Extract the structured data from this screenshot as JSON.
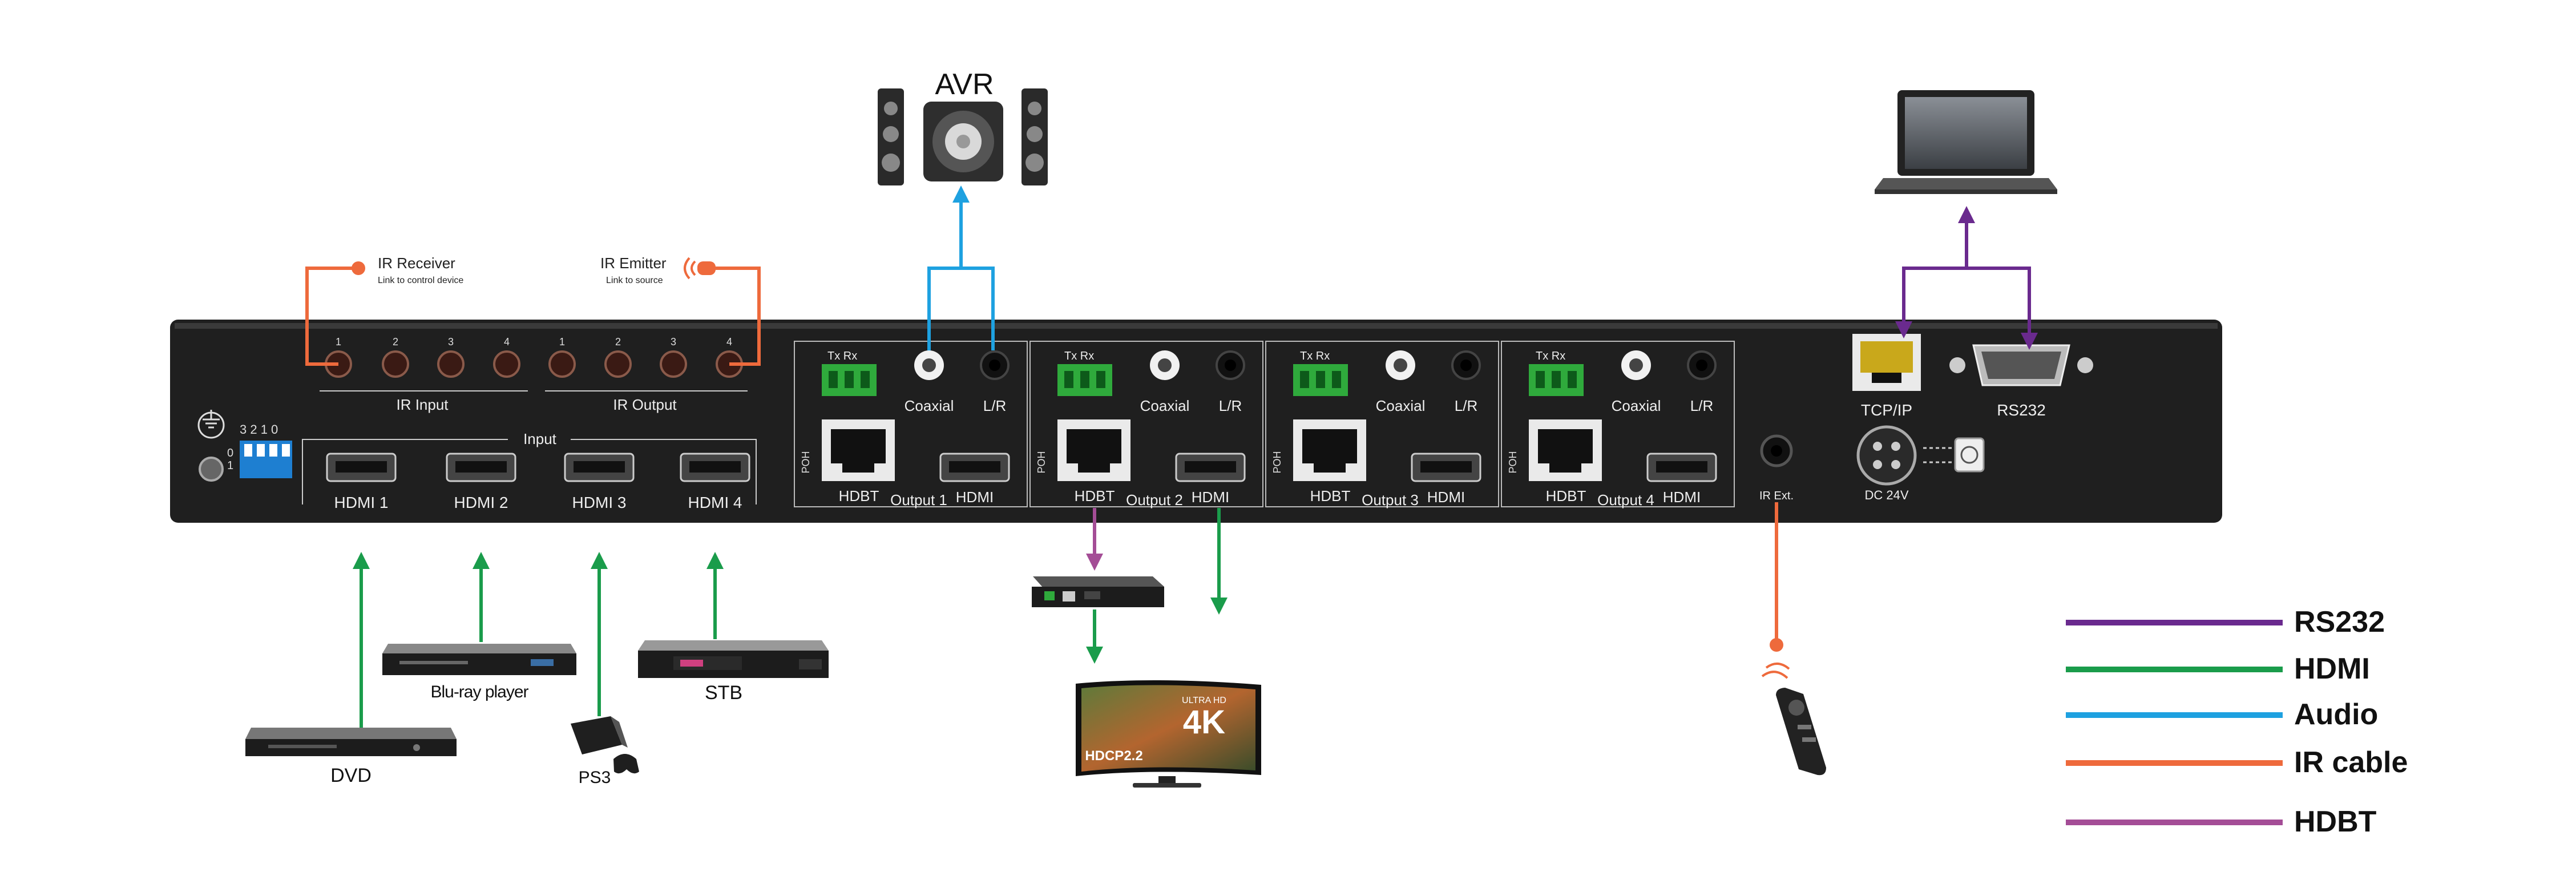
{
  "colors": {
    "rs232": "#6a2a8e",
    "hdmi": "#1a9c4b",
    "audio": "#1ea1e0",
    "ir": "#ee6a3c",
    "hdbt": "#a44d96",
    "chassis": "#222222"
  },
  "avr": {
    "label": "AVR"
  },
  "ir": {
    "receiver_title": "IR Receiver",
    "receiver_sub": "Link to control device",
    "emitter_title": "IR Emitter",
    "emitter_sub": "Link to source",
    "input_label": "IR Input",
    "output_label": "IR Output",
    "port_numbers": [
      "1",
      "2",
      "3",
      "4"
    ],
    "ext_label": "IR Ext."
  },
  "dip": {
    "numbers": "3 2 1 0",
    "side_low": "0",
    "side_high": "1"
  },
  "inputs": {
    "group_label": "Input",
    "ports": [
      "HDMI 1",
      "HDMI 2",
      "HDMI 3",
      "HDMI 4"
    ]
  },
  "outputs": [
    {
      "label": "Output 1",
      "hdbt": "HDBT",
      "hdmi": "HDMI",
      "poh": "POH",
      "txrx": "Tx Rx",
      "coaxial": "Coaxial",
      "lr": "L/R"
    },
    {
      "label": "Output 2",
      "hdbt": "HDBT",
      "hdmi": "HDMI",
      "poh": "POH",
      "txrx": "Tx Rx",
      "coaxial": "Coaxial",
      "lr": "L/R"
    },
    {
      "label": "Output 3",
      "hdbt": "HDBT",
      "hdmi": "HDMI",
      "poh": "POH",
      "txrx": "Tx Rx",
      "coaxial": "Coaxial",
      "lr": "L/R"
    },
    {
      "label": "Output 4",
      "hdbt": "HDBT",
      "hdmi": "HDMI",
      "poh": "POH",
      "txrx": "Tx Rx",
      "coaxial": "Coaxial",
      "lr": "L/R"
    }
  ],
  "control": {
    "tcpip": "TCP/IP",
    "rs232": "RS232",
    "power": "DC 24V"
  },
  "devices": {
    "dvd": "DVD",
    "bluray": "Blu-ray player",
    "ps3": "PS3",
    "stb": "STB",
    "tv_badge": "4K",
    "tv_brand": "ULTRA HD",
    "tv_hdcp": "HDCP2.2"
  },
  "legend": [
    {
      "label": "RS232",
      "color": "#6a2a8e"
    },
    {
      "label": "HDMI",
      "color": "#1a9c4b"
    },
    {
      "label": "Audio",
      "color": "#1ea1e0"
    },
    {
      "label": "IR cable",
      "color": "#ee6a3c"
    },
    {
      "label": "HDBT",
      "color": "#a44d96"
    }
  ]
}
